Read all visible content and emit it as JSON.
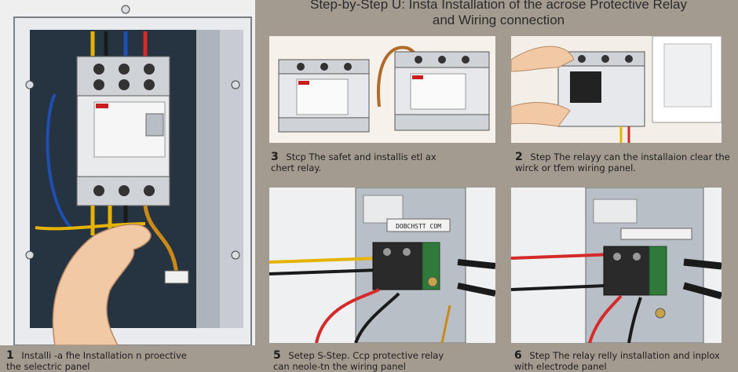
{
  "title": {
    "line1": "Step-by-Step U: Insta Installation of the acrose Protective Relay",
    "line2": "and Wiring connection"
  },
  "main_panel": {
    "caption_number": "1",
    "caption_line1": "Installi -a fhe Installation n proective",
    "caption_line2": "the selectric panel"
  },
  "step_top_left": {
    "number": "3",
    "line1": "Stcp The safet and installis etl ax",
    "line2": "chert relay."
  },
  "step_top_right": {
    "number": "2",
    "line1": "Step The relayy can the installaion clear the",
    "line2": "wirck or tfem wiring panel."
  },
  "step_bottom_left": {
    "number": "5",
    "line1": "Setep S-Step. Ccp protective relay",
    "line2": "can neole-tn the wiring panel",
    "label": "DOBCHSTT COM"
  },
  "step_bottom_right": {
    "number": "6",
    "line1": "Step The relay relly installation and inplox",
    "line2": "with electrode panel"
  },
  "colors": {
    "background": "#a39a90",
    "panel_metal": "#d7dbe0",
    "relay_body": "#e8eaec",
    "wire_red": "#d42a2a",
    "wire_yellow": "#e6b400",
    "wire_blue": "#1f4fb0",
    "wire_black": "#1a1a1a"
  }
}
